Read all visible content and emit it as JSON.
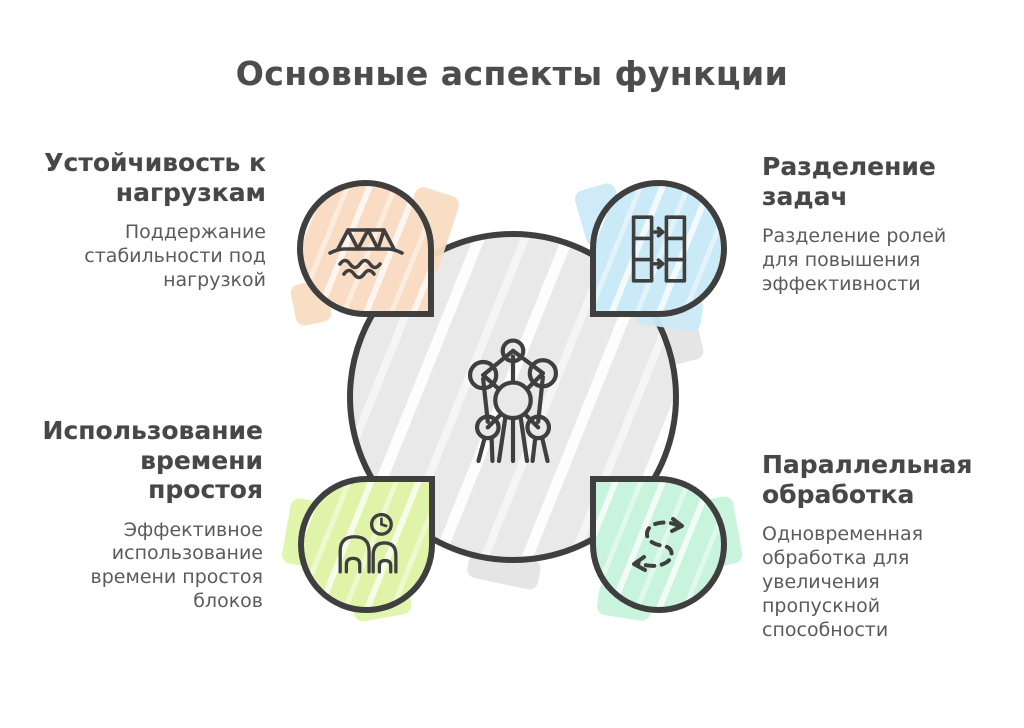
{
  "title": "Основные аспекты функции",
  "palette": {
    "background": "#FFFFFF",
    "outline": "#3F3F3F",
    "center_fill": "#E9E9E9",
    "heading_text": "#474747",
    "body_text": "#5B5B5B"
  },
  "center": {
    "icon": "atomium-network-icon"
  },
  "aspects": [
    {
      "position": "top-left",
      "heading": "Устойчивость к\nнагрузкам",
      "description": "Поддержание\nстабильности под\nнагрузкой",
      "color": "#F9DCC3",
      "icon": "bridge-over-water-icon"
    },
    {
      "position": "top-right",
      "heading": "Разделение\nзадач",
      "description": "Разделение ролей\nдля повышения\nэффективности",
      "color": "#CBEAF7",
      "icon": "split-columns-icon"
    },
    {
      "position": "bottom-left",
      "heading": "Использование\nвремени\nпростоя",
      "description": "Эффективное\nиспользование\nвремени простоя\nблоков",
      "color": "#E0F4A9",
      "icon": "idle-time-arches-clock-icon"
    },
    {
      "position": "bottom-right",
      "heading": "Параллельная\nобработка",
      "description": "Одновременная\nобработка для\nувеличения\nпропускной\nспособности",
      "color": "#C8F3DD",
      "icon": "parallel-shuffle-icon"
    }
  ]
}
